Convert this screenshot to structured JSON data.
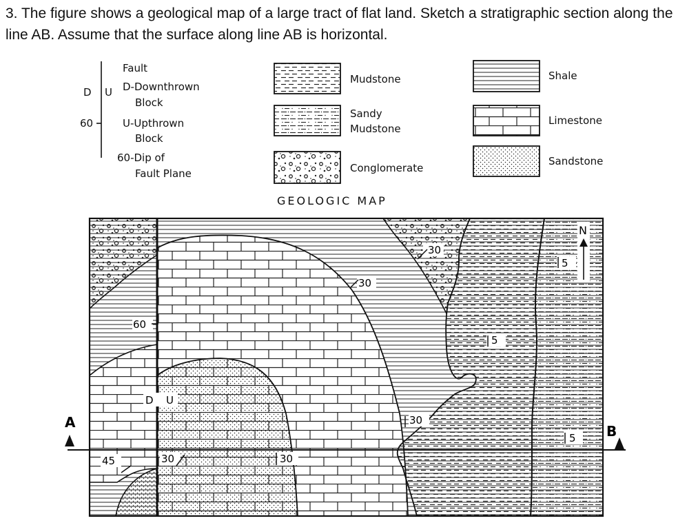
{
  "question": "3. The figure shows a geological map of a large tract of flat land. Sketch a stratigraphic section along the line AB. Assume that the surface along line AB is horizontal.",
  "legend": {
    "fault": "Fault",
    "d_letter": "D",
    "u_letter": "U",
    "dip_value": "60",
    "downthrown": "D-Downthrown",
    "downthrown_cont": "Block",
    "upthrown": "U-Upthrown",
    "upthrown_cont": "Block",
    "dip": "60-Dip of",
    "dip_cont": "Fault Plane",
    "mudstone": "Mudstone",
    "sandy_mudstone_1": "Sandy",
    "sandy_mudstone_2": "Mudstone",
    "conglomerate": "Conglomerate",
    "shale": "Shale",
    "limestone": "Limestone",
    "sandstone": "Sandstone"
  },
  "map": {
    "title": "GEOLOGIC MAP",
    "label_a": "A",
    "label_b": "B",
    "north": "N",
    "fault_dip": "60",
    "fault_d": "D",
    "fault_u": "U",
    "dips": [
      "30",
      "30",
      "5",
      "5",
      "5",
      "30",
      "45",
      "30",
      "30"
    ]
  }
}
